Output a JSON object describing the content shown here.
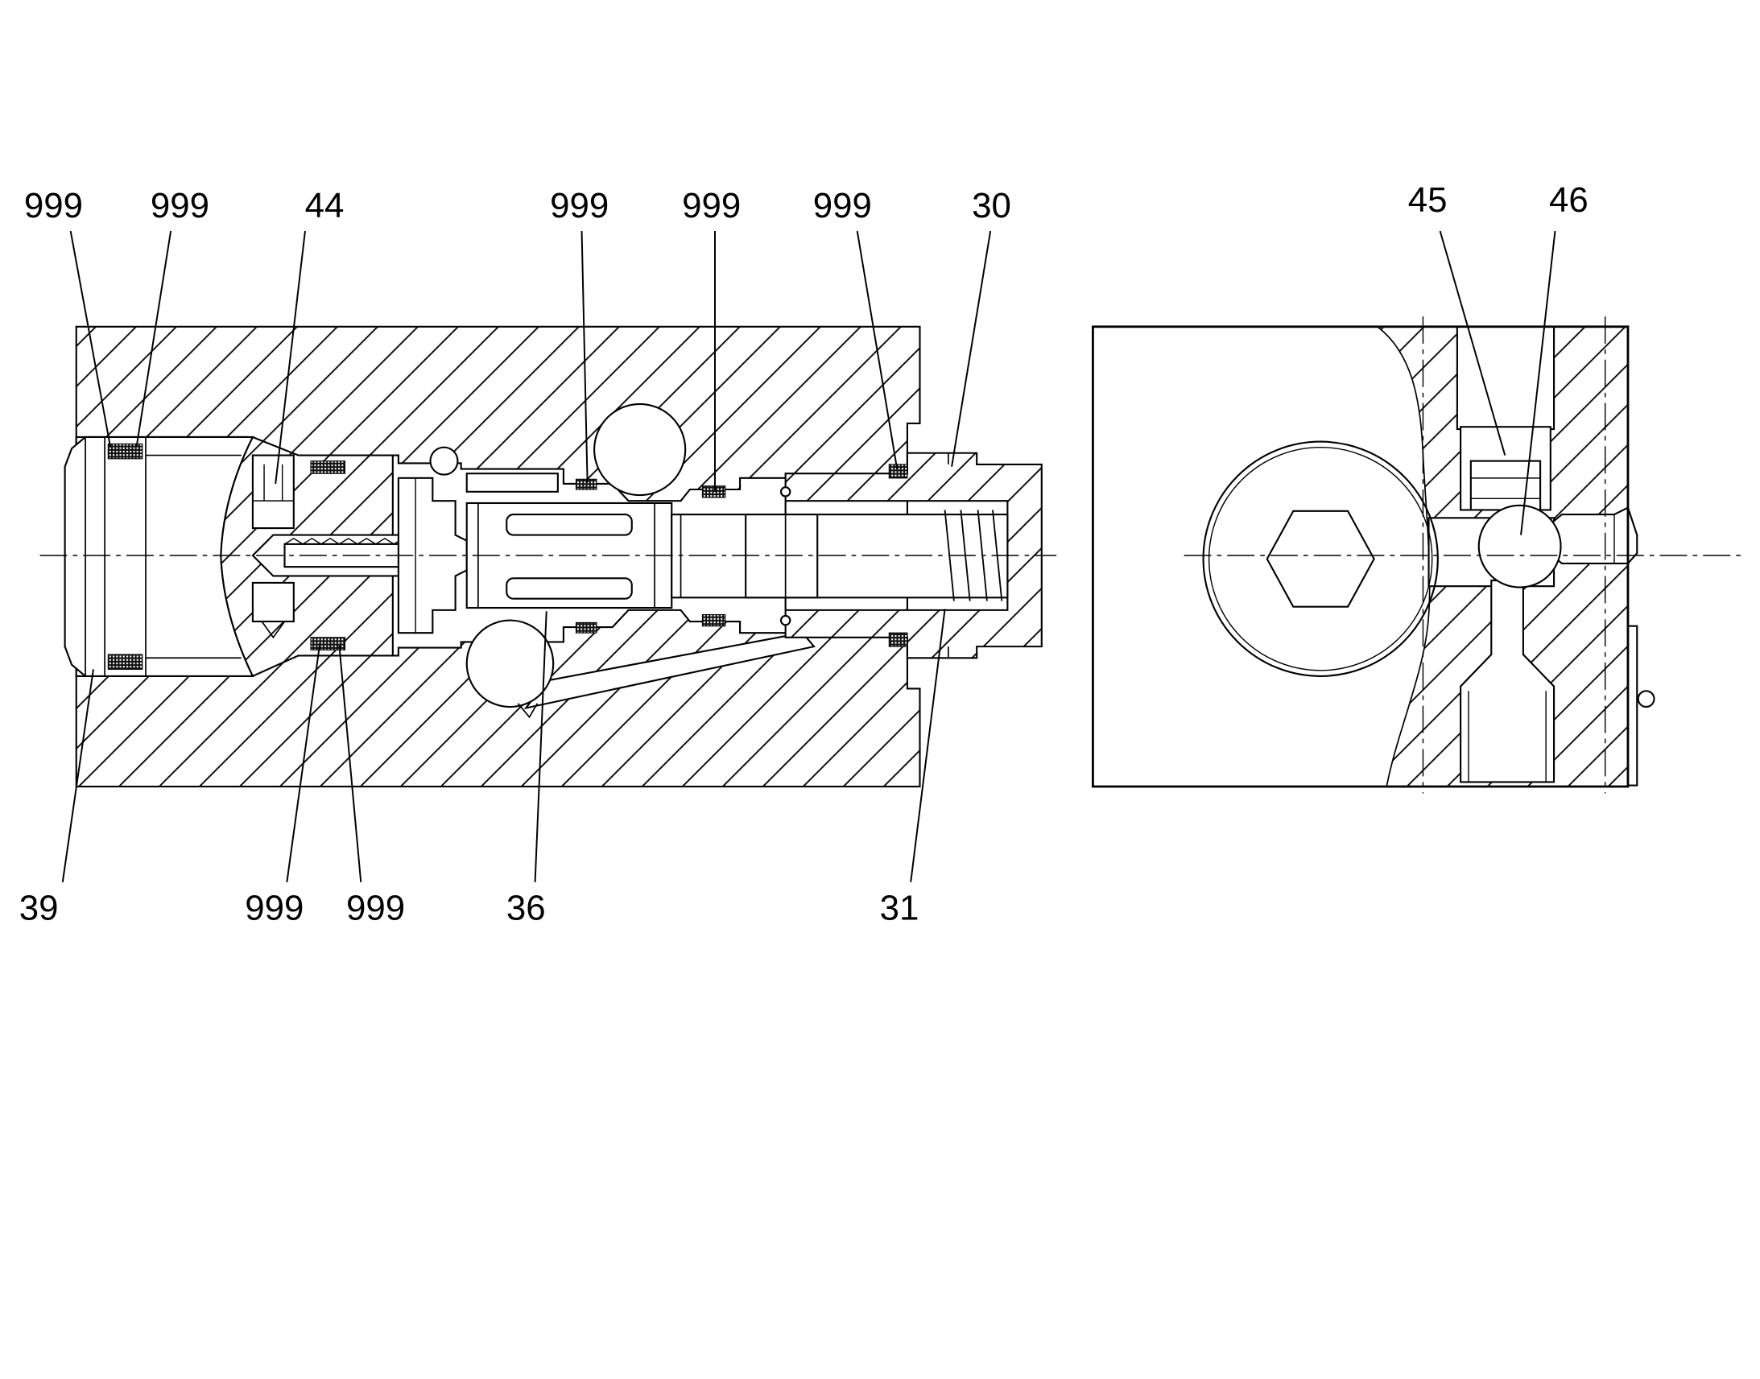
{
  "callouts": [
    {
      "label": "999"
    },
    {
      "label": "999"
    },
    {
      "label": "44"
    },
    {
      "label": "999"
    },
    {
      "label": "999"
    },
    {
      "label": "999"
    },
    {
      "label": "30"
    },
    {
      "label": "45"
    },
    {
      "label": "46"
    },
    {
      "label": "39"
    },
    {
      "label": "999"
    },
    {
      "label": "999"
    },
    {
      "label": "36"
    },
    {
      "label": "31"
    }
  ],
  "colors": {
    "line": "#000000",
    "background": "#ffffff"
  }
}
